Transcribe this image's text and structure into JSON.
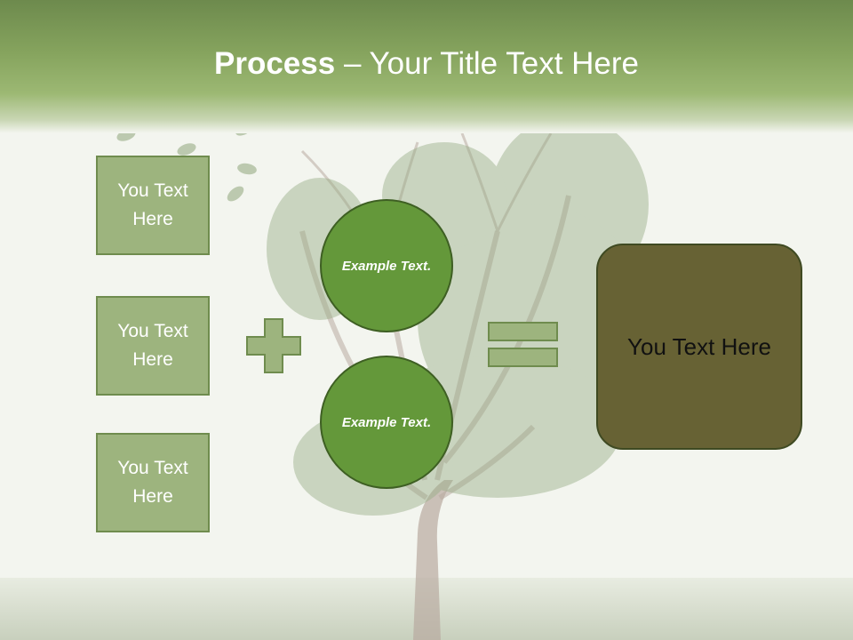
{
  "slide": {
    "title_bold": "Process",
    "title_rest": " – Your Title Text Here"
  },
  "boxes": [
    {
      "label": "You Text Here"
    },
    {
      "label": "You Text Here"
    },
    {
      "label": "You Text Here"
    }
  ],
  "circles": [
    {
      "label": "Example Text."
    },
    {
      "label": "Example Text."
    }
  ],
  "result": {
    "label": "You Text Here"
  },
  "colors": {
    "header": "#86a45e",
    "box_fill": "#9db47e",
    "circle_fill": "#64983a",
    "result_fill": "#676234",
    "operator_fill": "#9db47e"
  },
  "icons": [
    "plus-icon",
    "equals-icon",
    "tree-image",
    "leaf-icon"
  ]
}
